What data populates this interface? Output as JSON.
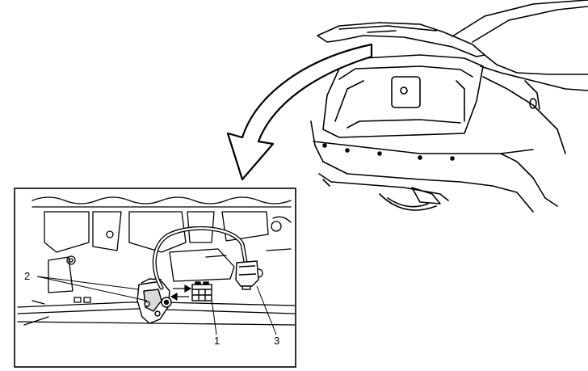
{
  "callouts": [
    {
      "id": "1",
      "label": "1"
    },
    {
      "id": "2",
      "label": "2"
    },
    {
      "id": "3",
      "label": "3"
    }
  ],
  "colors": {
    "line": "#000000",
    "background": "#ffffff",
    "fill_light": "#ffffff",
    "shade": "#d9d9d9"
  },
  "icons": [
    "curved-arrow-icon",
    "bidirectional-arrows-icon"
  ]
}
